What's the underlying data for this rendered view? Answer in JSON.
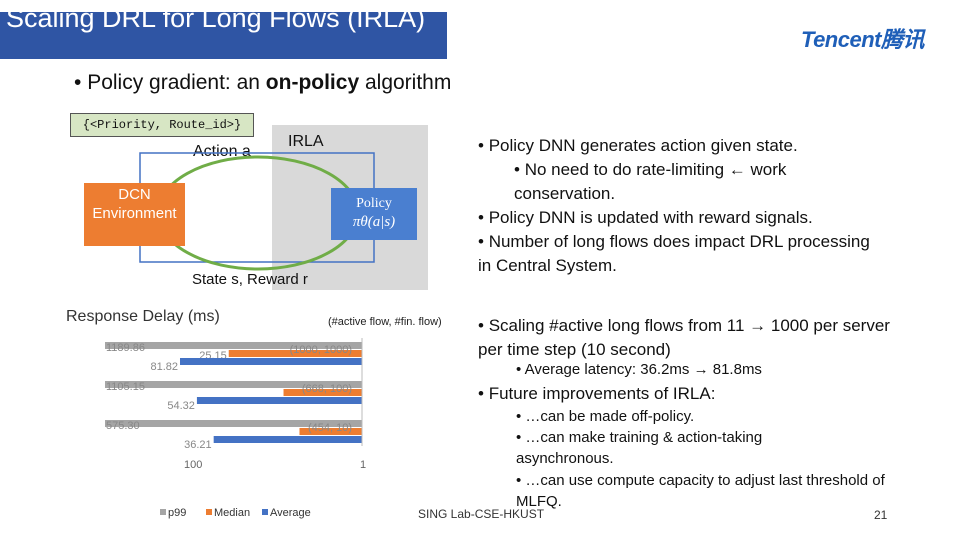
{
  "slide": {
    "title": "Scaling DRL for Long Flows (IRLA)",
    "logo_text": "Tencent腾讯",
    "main_bullet": {
      "prefix": "Policy gradient: an ",
      "bold": "on-policy",
      "suffix": " algorithm"
    },
    "footer": "SING Lab-CSE-HKUST",
    "page_number": "21"
  },
  "diagram": {
    "code_label": "{<Priority, Route_id>}",
    "action_label": "Action a",
    "irla_label": "IRLA",
    "dcn_label": "DCN Environment",
    "policy_label": "Policy",
    "policy_formula": "πθ(a|s)",
    "state_label": "State s, Reward r"
  },
  "right_bullets": [
    "Policy DNN generates action given state.",
    "No need to do rate-limiting ← work conservation.",
    "Policy DNN is updated with reward signals.",
    "Number of long flows does impact DRL processing in Central System."
  ],
  "lower_bullets": {
    "chart_subtitle": "(#active flow, #fin. flow)",
    "b1": "Scaling #active long flows from 11 → 1000 per server per time step (10 second)",
    "b1_sub": "Average latency: 36.2ms → 81.8ms",
    "b2": "Future improvements of IRLA:",
    "b2_subs": [
      "…can be made off-policy.",
      "…can make training & action-taking asynchronous.",
      "…can use compute capacity to adjust last threshold of MLFQ."
    ]
  },
  "chart_data": {
    "type": "bar",
    "title": "Response Delay (ms)",
    "categories": [
      "(1000, 1000)",
      "(668, 100)",
      "(454, 10)"
    ],
    "series": [
      {
        "name": "p99",
        "values": [
          1189.86,
          1105.15,
          575.3
        ],
        "value_labels": [
          "1189.86",
          "1105.15",
          "575.30"
        ],
        "color": "#a5a5a5"
      },
      {
        "name": "Median",
        "values": [
          25.15,
          6.68,
          4.54
        ],
        "value_labels": [
          "25.15",
          "",
          ""
        ],
        "color": "#ed7d31"
      },
      {
        "name": "Average",
        "values": [
          81.82,
          54.32,
          36.21
        ],
        "value_labels": [
          "81.82",
          "54.32",
          "36.21"
        ],
        "color": "#4472c4"
      }
    ],
    "scale": "log",
    "tick_labels": [
      "100",
      "1"
    ],
    "legend_position": "bottom"
  }
}
